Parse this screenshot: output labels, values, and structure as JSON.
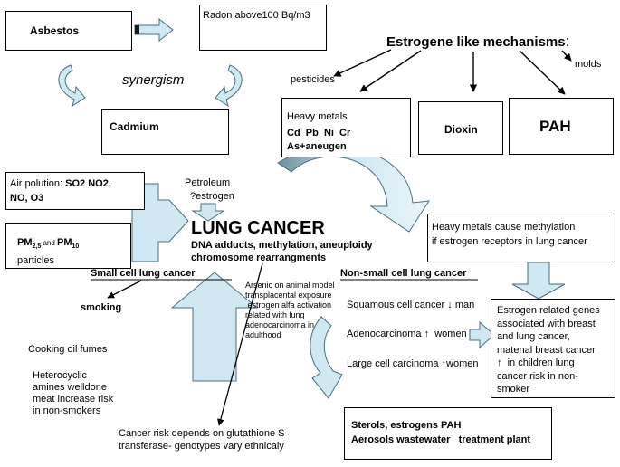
{
  "top": {
    "asbestos": "Asbestos",
    "radon": "Radon above100 Bq/m3",
    "synergism": "synergism",
    "cadmium": "Cadmium"
  },
  "estrogen": {
    "title": "Estrogene like mechanisms",
    "colon": ":",
    "pesticides": "pesticides",
    "molds": "molds",
    "heavy_metals_label": "Heavy metals",
    "heavy_metals_list": "Cd  Pb  Ni  Cr",
    "heavy_metals_aneugen": "As+aneugen",
    "dioxin": "Dioxin",
    "pah": "PAH"
  },
  "air": {
    "prefix": "Air polution: ",
    "line1_bold": "SO2 NO2,",
    "line2": "NO, O3"
  },
  "pm": {
    "pm_a": "PM",
    "pm_a_sub": "2,5",
    "and": " and ",
    "pm_b": "PM",
    "pm_b_sub": "10",
    "particles": "particles"
  },
  "petroleum": {
    "line1": "Petroleum",
    "line2": "?estrogen"
  },
  "center": {
    "title": "LUNG CANCER",
    "line1": "DNA adducts, methylation, aneuploidy",
    "line2": "chromosome rearrangments"
  },
  "methylation": {
    "line1": "Heavy metals cause methylation",
    "line2": "if estrogen receptors in lung cancer"
  },
  "small_cell": {
    "title": "Small cell lung cancer",
    "smoking": "smoking",
    "cooking": "Cooking oil fumes",
    "hetero": [
      "Heterocyclic",
      "amines welldone",
      "meat increase risk",
      "in non-smokers"
    ],
    "glutathione": [
      "Cancer risk depends on glutathione S",
      "transferase- genotypes vary ethnicaly"
    ]
  },
  "arsenic": {
    "lines": [
      "Arsenic on animal model",
      "transplacental exposure",
      " estrogen alfa activation",
      "related with lung",
      "adenocarcinoma in",
      "adulthood"
    ]
  },
  "nsclc": {
    "title": "Non-small cell lung cancer",
    "squamous": "Squamous cell cancer ↓ man",
    "adeno": "Adenocarcinoma ↑  women",
    "large": "Large cell carcinoma ↑women"
  },
  "estrogen_genes": {
    "lines": [
      "Estrogen related genes",
      "associated with breast",
      "and lung cancer,",
      "matenal breast cancer",
      "↑  in children lung",
      "cancer risk in non-",
      "smoker"
    ]
  },
  "sterols": {
    "line1": "Sterols, estrogens PAH",
    "line2": "Aerosols wastewater   treatment plant"
  },
  "colors": {
    "arrow_fill": "#cfe8f2",
    "arrow_stroke": "#4a6e80",
    "line": "#000000"
  }
}
